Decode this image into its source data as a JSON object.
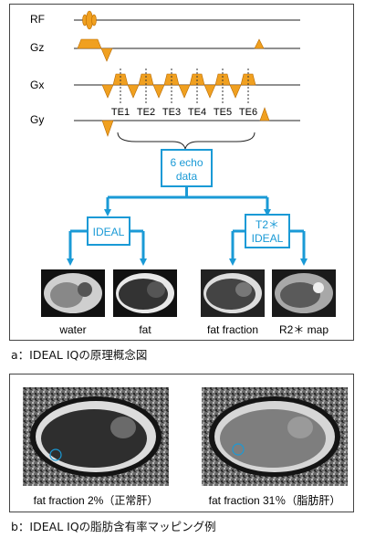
{
  "panel_a": {
    "sequence": {
      "rows": [
        {
          "label": "RF"
        },
        {
          "label": "Gz"
        },
        {
          "label": "Gx"
        },
        {
          "label": "Gy"
        }
      ],
      "te_labels": [
        "TE1",
        "TE2",
        "TE3",
        "TE4",
        "TE5",
        "TE6"
      ]
    },
    "flow": {
      "data_box": "6 echo\ndata",
      "ideal_box": "IDEAL",
      "t2_box": "T2＊\nIDEAL"
    },
    "images": [
      {
        "label": "water"
      },
      {
        "label": "fat"
      },
      {
        "label": "fat fraction"
      },
      {
        "label": "R2＊ map"
      }
    ],
    "colors": {
      "accent": "#1a9ad6",
      "gradient": "#f0a020",
      "line": "#222222"
    }
  },
  "caption_a": "a：IDEAL IQの原理概念図",
  "panel_b": {
    "images": [
      {
        "label": "fat fraction 2%（正常肝）"
      },
      {
        "label": "fat fraction 31％（脂肪肝）"
      }
    ]
  },
  "caption_b": "b：IDEAL IQの脂肪含有率マッピング例"
}
